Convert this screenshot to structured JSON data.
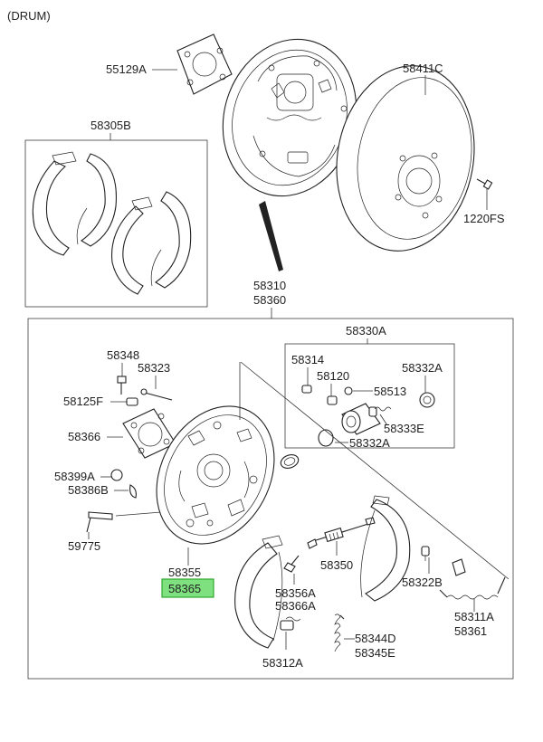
{
  "header": {
    "type_label": "(DRUM)"
  },
  "labels": {
    "p55129A": "55129A",
    "p58411C": "58411C",
    "p58305B": "58305B",
    "p1220FS": "1220FS",
    "p58310": "58310",
    "p58360": "58360",
    "p58330A": "58330A",
    "p58348": "58348",
    "p58323": "58323",
    "p58314": "58314",
    "p58120": "58120",
    "p58332A_top": "58332A",
    "p58125F": "58125F",
    "p58513": "58513",
    "p58366": "58366",
    "p58333E": "58333E",
    "p58332A_bot": "58332A",
    "p58399A": "58399A",
    "p58386B": "58386B",
    "p59775": "59775",
    "p58350": "58350",
    "p58355": "58355",
    "p58365": "58365",
    "p58322B": "58322B",
    "p58356A": "58356A",
    "p58366A": "58366A",
    "p58311A": "58311A",
    "p58361": "58361",
    "p58344D": "58344D",
    "p58345E": "58345E",
    "p58312A": "58312A"
  },
  "highlight": {
    "part": "58365",
    "color": "#7ee07e"
  }
}
